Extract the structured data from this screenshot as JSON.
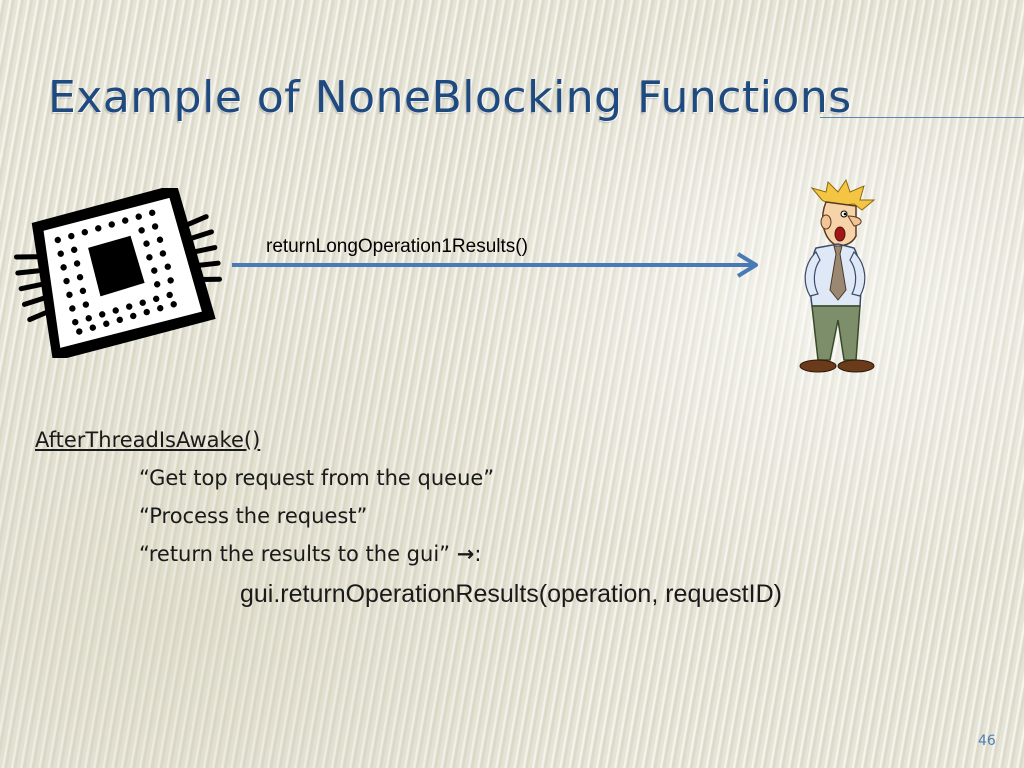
{
  "slide": {
    "title": "Example of NoneBlocking Functions",
    "page_number": "46"
  },
  "diagram": {
    "arrow_label": "returnLongOperation1Results()",
    "arrow_color": "#4a7ab5",
    "from_icon": "cpu-chip-icon",
    "to_icon": "cartoon-person-icon"
  },
  "code": {
    "function_name": "AfterThreadIsAwake()",
    "line1": "“Get top request from the queue”",
    "line2": "“Process the request”",
    "line3_text": "“return the results to the gui” ",
    "line3_arrow": "→",
    "line3_suffix": ":",
    "line4": "gui.returnOperationResults(operation, requestID)"
  },
  "colors": {
    "title": "#1f4a80",
    "page_number": "#4f7fb4",
    "background": "#e6e4d6"
  }
}
